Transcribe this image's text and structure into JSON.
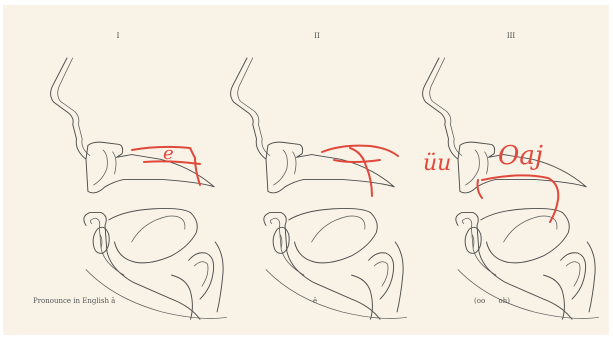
{
  "figure": {
    "panels": [
      {
        "numeral": "I",
        "caption": "Pronounce in English ā",
        "script": [
          "e"
        ]
      },
      {
        "numeral": "II",
        "caption": "ē",
        "script": []
      },
      {
        "numeral": "III",
        "caption": "(oo      oh)",
        "script": [
          "üu",
          "Oaj"
        ]
      }
    ]
  },
  "colors": {
    "paper": "#f8f3e6",
    "ink": "#4d4d4d",
    "annotation": "#e0483c"
  }
}
